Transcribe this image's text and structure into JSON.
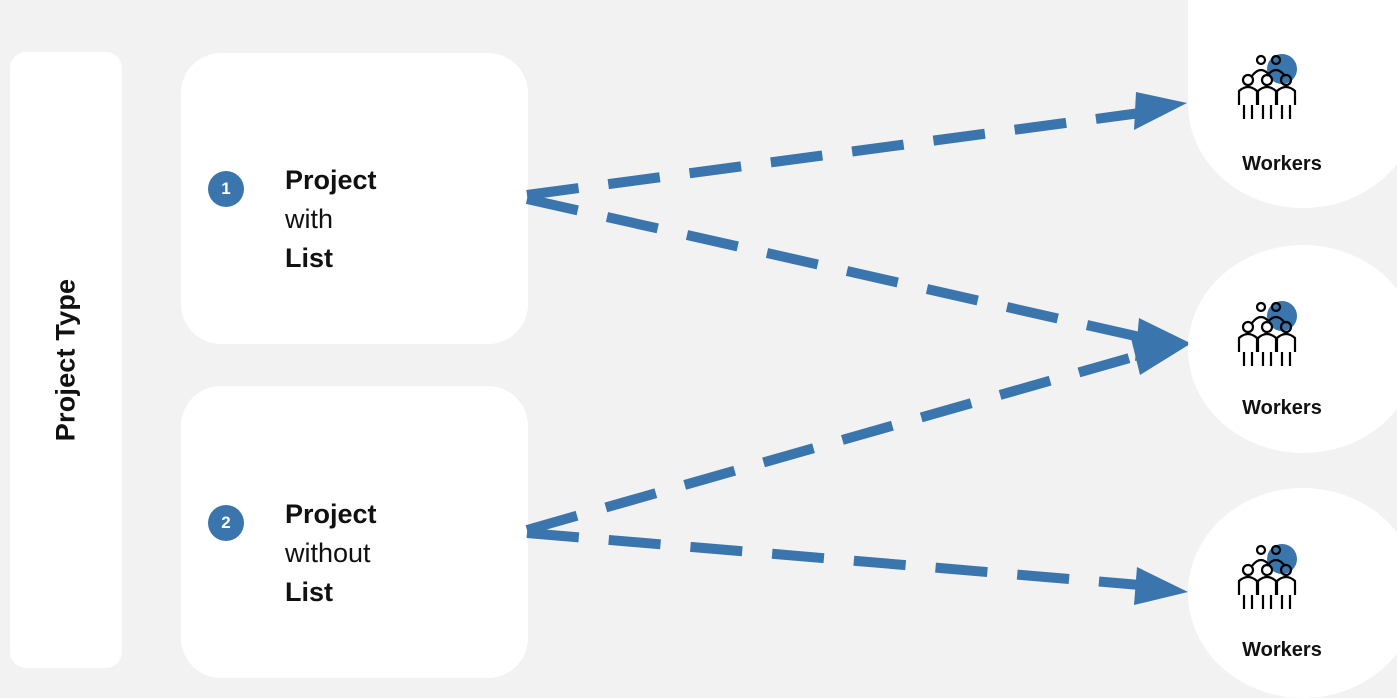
{
  "side_label": "Project Type",
  "project_types": [
    {
      "number": "1",
      "line1": "Project",
      "line2": "with",
      "line3": "List"
    },
    {
      "number": "2",
      "line1": "Project",
      "line2": "without",
      "line3": "List"
    }
  ],
  "workers": [
    {
      "label": "Workers",
      "icon": "people-group-icon"
    },
    {
      "label": "Workers",
      "icon": "people-group-icon"
    },
    {
      "label": "Workers",
      "icon": "people-group-icon"
    }
  ],
  "colors": {
    "accent": "#3a75ad",
    "background": "#f2f2f2",
    "card": "#ffffff",
    "text": "#111111"
  }
}
